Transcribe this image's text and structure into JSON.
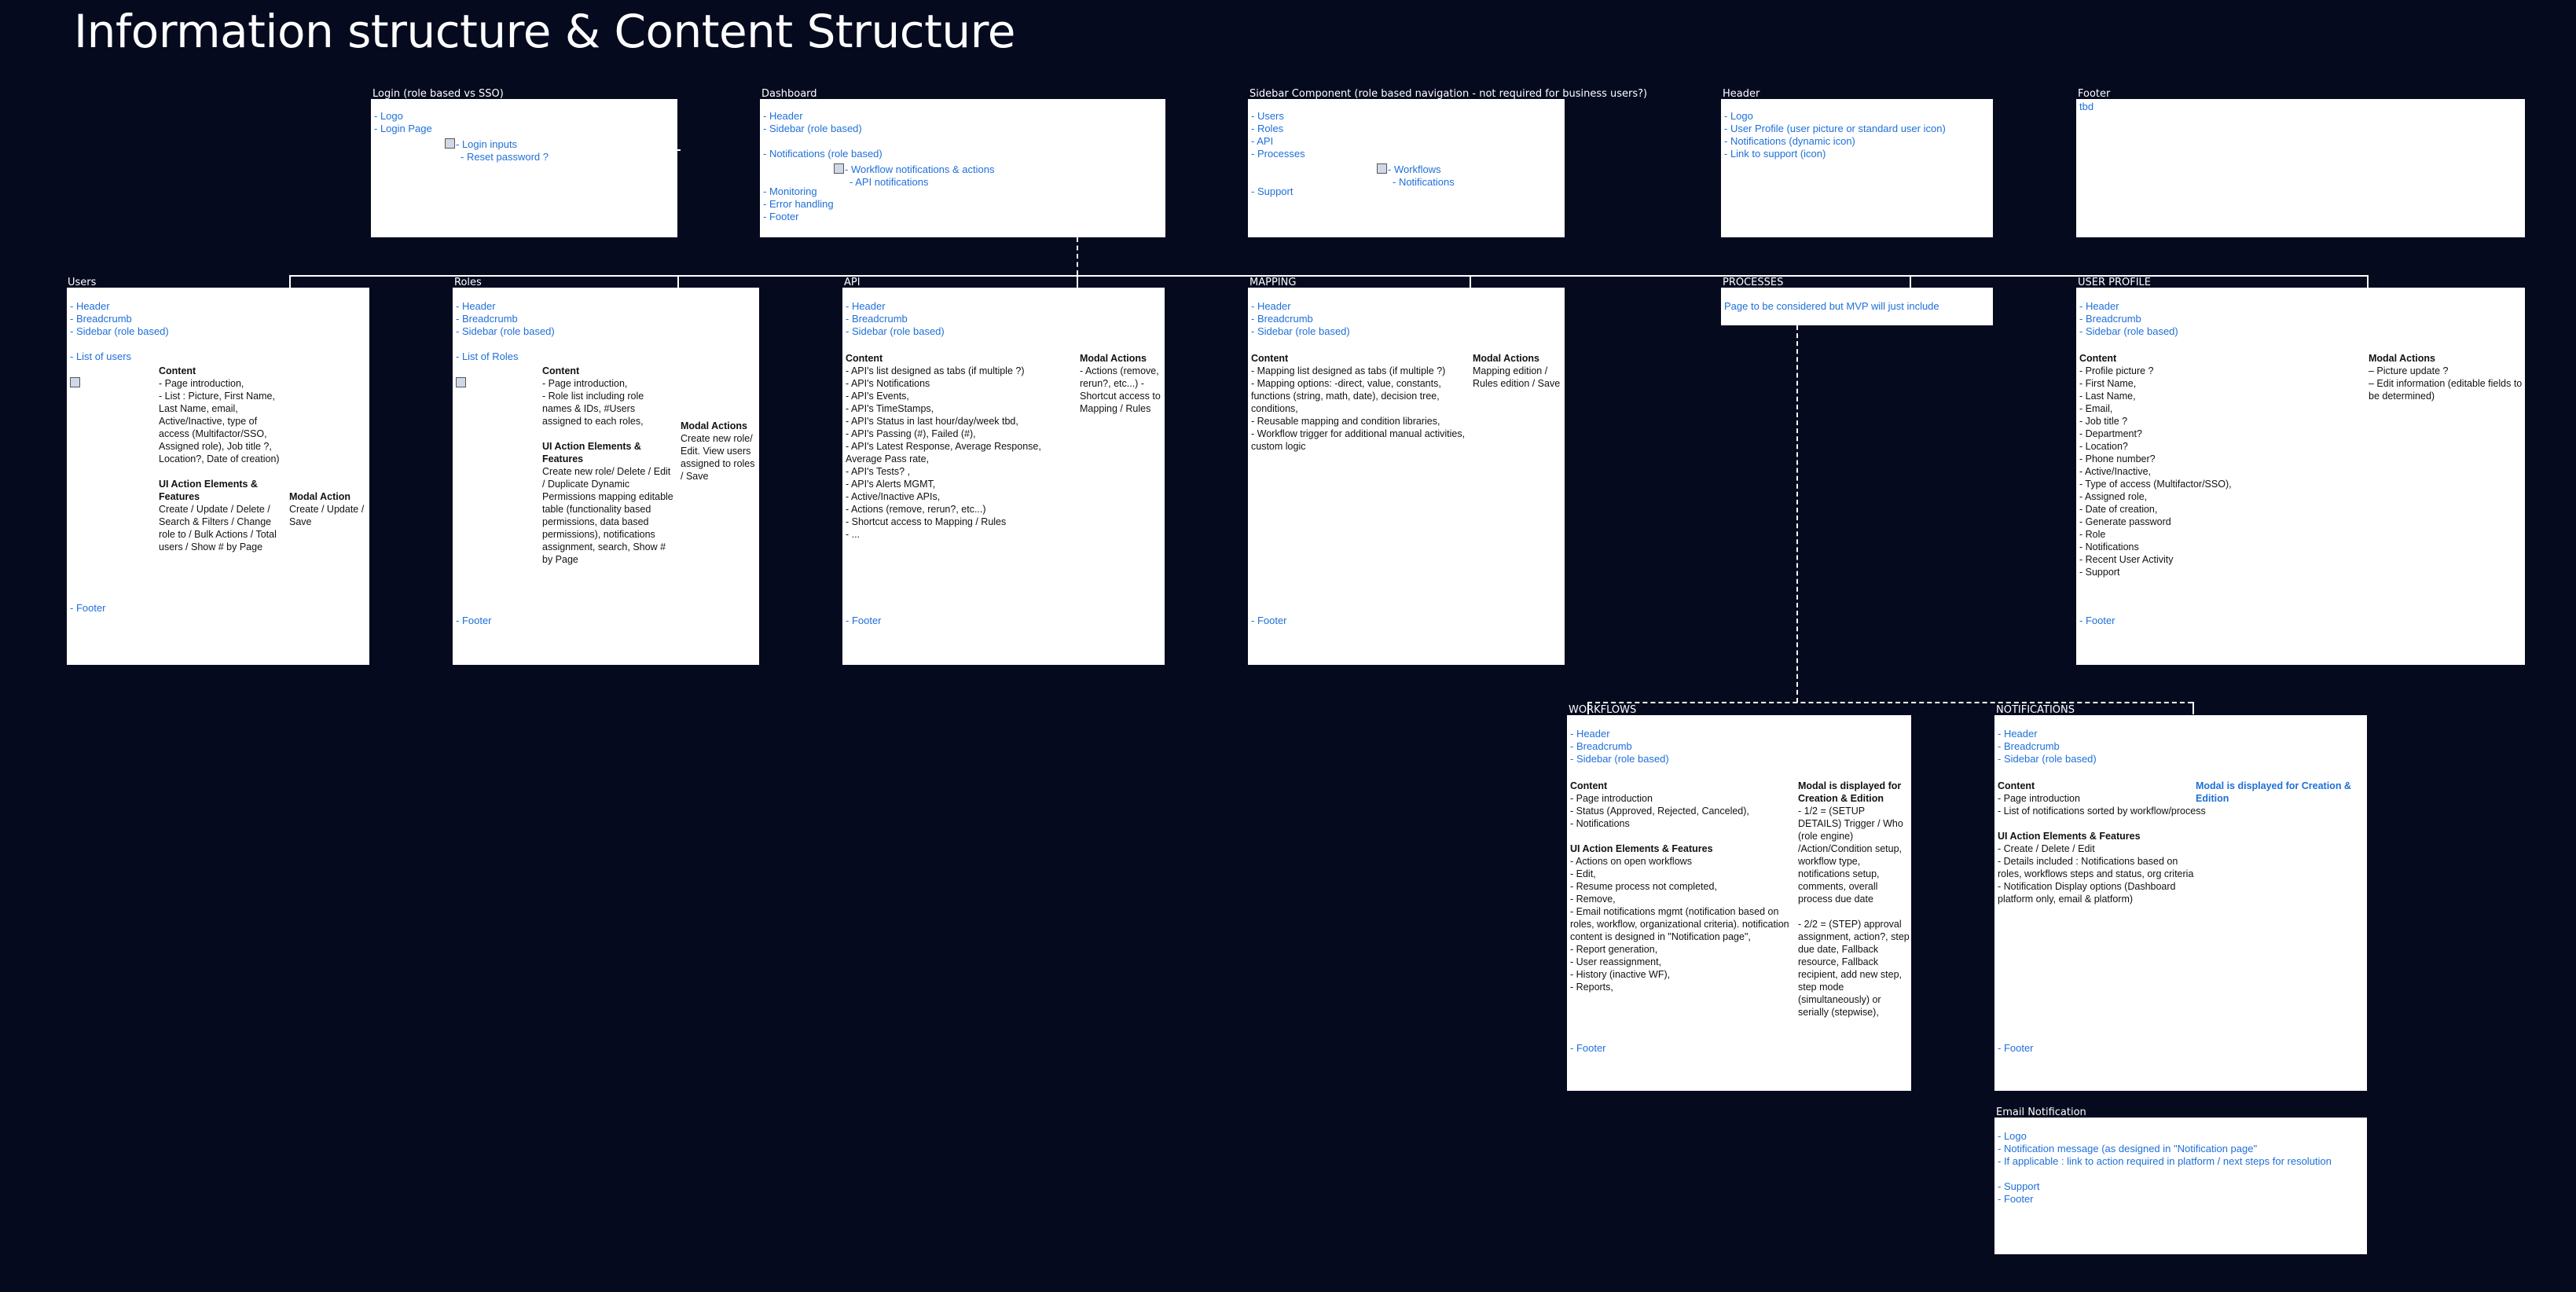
{
  "page": {
    "title": "Information structure & Content Structure"
  },
  "login": {
    "label": "Login (role based vs SSO)",
    "lines": [
      "- Logo",
      "- Login Page"
    ],
    "sub": [
      "- Login inputs",
      "- Reset password ?"
    ]
  },
  "dashboard": {
    "label": "Dashboard",
    "lines": [
      "- Header",
      "- Sidebar (role based)"
    ],
    "notif": "- Notifications (role based)",
    "sub": [
      "- Workflow notifications & actions",
      "- API notifications"
    ],
    "lines2": [
      "- Monitoring",
      "- Error handling",
      "- Footer"
    ]
  },
  "sidebar": {
    "label": "Sidebar Component (role based navigation - not required for business users?)",
    "lines": [
      "- Users",
      "- Roles",
      "- API",
      "- Processes"
    ],
    "sub": [
      "- Workflows",
      "- Notifications"
    ],
    "support": "- Support"
  },
  "header": {
    "label": "Header",
    "lines": [
      "- Logo",
      "- User Profile (user picture or standard user icon)",
      "- Notifications (dynamic icon)",
      "- Link to support (icon)"
    ]
  },
  "footer": {
    "label": "Footer",
    "text": "tbd"
  },
  "common": {
    "header": "- Header",
    "breadcrumb": "- Breadcrumb",
    "sidebar": "- Sidebar (role based)",
    "footer": "- Footer",
    "content": "Content",
    "ui_actions": "UI Action Elements & Features",
    "modal_action": "Modal Action",
    "modal_actions": "Modal Actions"
  },
  "users": {
    "label": "Users",
    "list": "- List of users",
    "content": [
      "- Page introduction,",
      "- List : Picture, First Name, Last Name, email, Active/Inactive, type of access (Multifactor/SSO, Assigned role), Job title ?, Location?, Date of creation)"
    ],
    "ui": "Create  / Update / Delete / Search & Filters / Change role to / Bulk Actions / Total users / Show # by Page",
    "modal": "Create  / Update / Save"
  },
  "roles": {
    "label": "Roles",
    "list": "- List of Roles",
    "content": [
      "- Page introduction,",
      "- Role list including role names & IDs, #Users assigned to each roles,"
    ],
    "ui": "Create new role/ Delete / Edit / Duplicate Dynamic Permissions mapping editable table (functionality based permissions, data based permissions), notifications assignment, search, Show # by Page",
    "modal": "Create new role/ Edit.  View users assigned to roles / Save"
  },
  "api": {
    "label": "API",
    "content": [
      "- API's list designed as tabs (if multiple ?)",
      "- API's Notifications",
      "- API's Events,",
      "- API's TimeStamps,",
      "- API's Status in last hour/day/week tbd,",
      "- API's Passing (#), Failed (#),",
      "- API's Latest Response, Average Response, Average Pass rate,",
      "- API's Tests? ,",
      "- API's Alerts MGMT,",
      "- Active/Inactive APIs,",
      "- Actions (remove, rerun?, etc...)",
      "- Shortcut access to Mapping / Rules",
      "- ..."
    ],
    "modal": "- Actions (remove, rerun?, etc...) - Shortcut access to Mapping / Rules"
  },
  "mapping": {
    "label": "MAPPING",
    "content": [
      "- Mapping list designed as tabs (if multiple ?)",
      "- Mapping options: -direct, value, constants, functions (string, math, date), decision tree, conditions,",
      "- Reusable mapping and condition libraries,",
      "- Workflow trigger for additional manual activities, custom logic"
    ],
    "modal": "Mapping edition / Rules edition / Save"
  },
  "processes": {
    "label": "PROCESSES",
    "text": "Page to be considered but MVP will just include"
  },
  "profile": {
    "label": "USER PROFILE",
    "content": [
      "- Profile picture ?",
      "- First Name,",
      "- Last Name,",
      "- Email,",
      "- Job title ?",
      "- Department?",
      "- Location?",
      "- Phone number?",
      "- Active/Inactive,",
      "- Type of access (Multifactor/SSO),",
      "- Assigned role,",
      "- Date of creation,",
      "- Generate password",
      "- Role",
      "- Notifications",
      "- Recent User Activity",
      "- Support"
    ],
    "modal": [
      "– Picture update ?",
      "– Edit information (editable fields to be determined)"
    ]
  },
  "workflows": {
    "label": "WORKFLOWS",
    "content": [
      "- Page introduction",
      "- Status (Approved, Rejected, Canceled),",
      "- Notifications"
    ],
    "ui": [
      "- Actions on open workflows",
      "- Edit,",
      "- Resume process not completed,",
      "- Remove,",
      "- Email notifications mgmt (notification based on roles, workflow, organizational criteria). notification content is designed in \"Notification page\",",
      "- Report generation,",
      "- User reassignment,",
      "- History (inactive WF),",
      "- Reports,"
    ],
    "modal_title": "Modal is displayed for Creation & Edition",
    "modal1": "- 1/2 = (SETUP DETAILS) Trigger / Who (role engine) /Action/Condition setup, workflow type, notifications setup, comments, overall process due date",
    "modal2": "- 2/2 = (STEP) approval assignment, action?, step due date, Fallback resource, Fallback recipient, add new step, step mode (simultaneously) or serially (stepwise),"
  },
  "notifications": {
    "label": "NOTIFICATIONS",
    "content": [
      "- Page introduction",
      "- List of notifications sorted by workflow/process"
    ],
    "ui": [
      "- Create / Delete / Edit",
      "- Details included : Notifications based on roles, workflows steps and status, org criteria",
      "- Notification Display options (Dashboard platform only, email & platform)"
    ],
    "modal_title": "Modal is displayed for Creation & Edition"
  },
  "email": {
    "label": "Email Notification",
    "lines": [
      "- Logo",
      "- Notification message (as designed in \"Notification page\"",
      "- If applicable : link to action required in platform / next steps for resolution"
    ],
    "lines2": [
      "- Support",
      "- Footer"
    ]
  }
}
